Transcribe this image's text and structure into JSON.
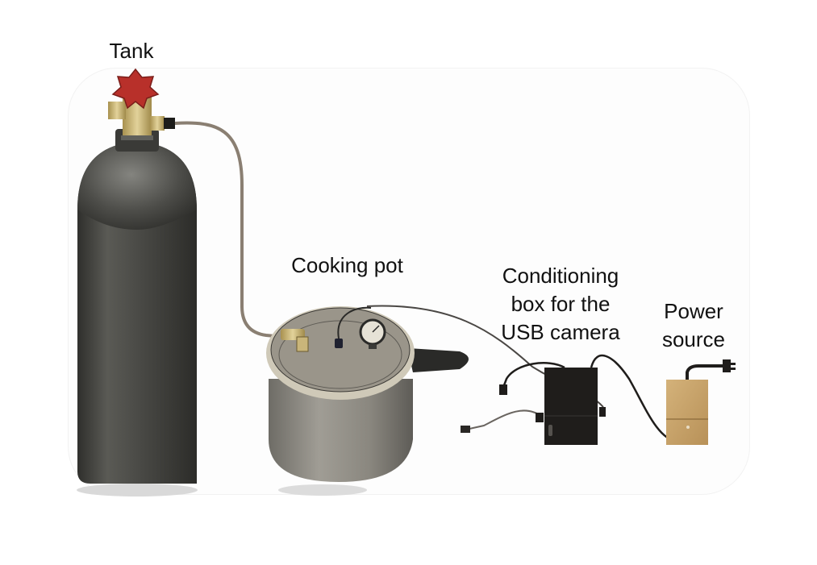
{
  "diagram": {
    "labels": {
      "tank": "Tank",
      "cooking_pot": "Cooking pot",
      "conditioning_box": "Conditioning\nbox for the\nUSB camera",
      "power_source": "Power\nsource"
    },
    "components": [
      {
        "id": "tank",
        "name": "Tank",
        "colors": {
          "body": "#4a4a45",
          "valve_knob": "#b8302a",
          "valve_body": "#c9b57a"
        }
      },
      {
        "id": "cooking_pot",
        "name": "Cooking pot",
        "colors": {
          "body": "#8c8a82",
          "lid": "#9a958a",
          "handle": "#2a2a28"
        }
      },
      {
        "id": "conditioning_box",
        "name": "Conditioning box for the USB camera",
        "colors": {
          "body": "#1f1d1b"
        }
      },
      {
        "id": "power_source",
        "name": "Power source",
        "colors": {
          "body": "#c8a46b"
        }
      }
    ],
    "connections": [
      {
        "from": "tank",
        "to": "cooking_pot",
        "kind": "gas hose"
      },
      {
        "from": "cooking_pot",
        "to": "conditioning_box",
        "kind": "camera cable"
      },
      {
        "from": "conditioning_box",
        "to": "power_source",
        "kind": "power cable"
      }
    ]
  }
}
